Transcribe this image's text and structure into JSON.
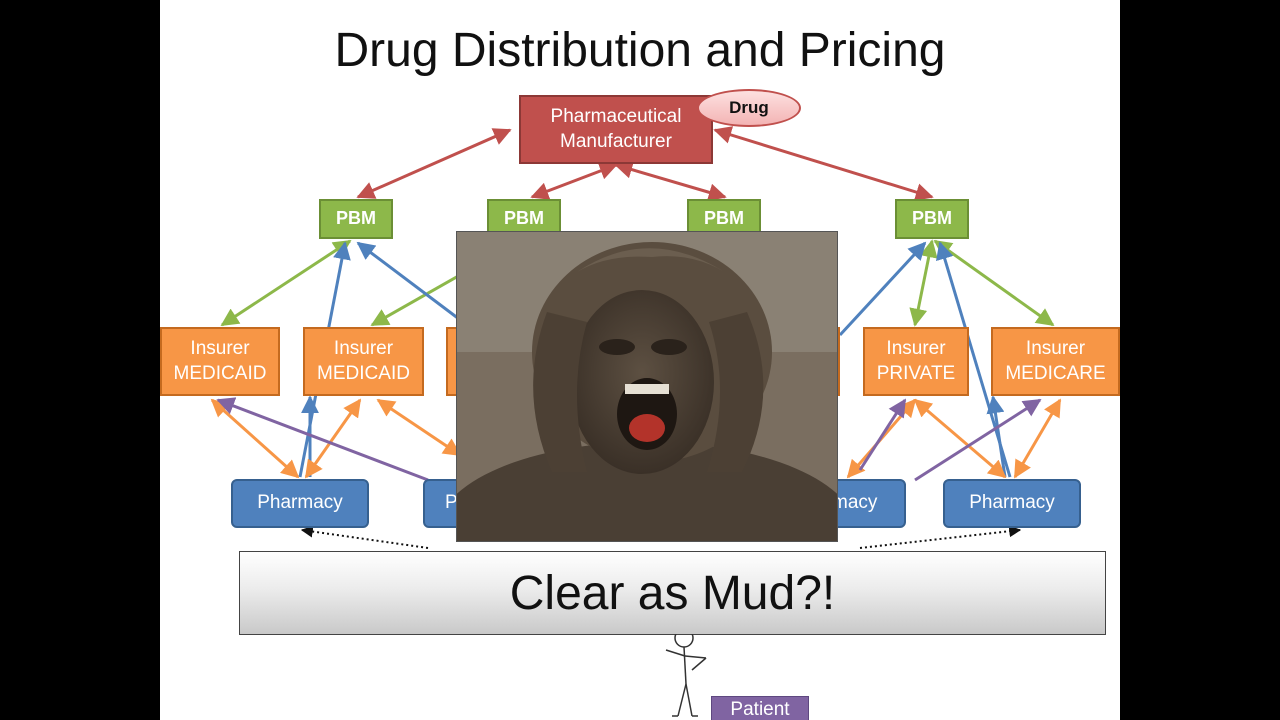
{
  "title": "Drug Distribution and Pricing",
  "manufacturer": {
    "line1": "Pharmaceutical",
    "line2": "Manufacturer"
  },
  "drug_label": "Drug",
  "pbm_label": "PBM",
  "insurers": [
    {
      "line1": "Insurer",
      "line2": "MEDICAID"
    },
    {
      "line1": "Insurer",
      "line2": "MEDICAID"
    },
    {
      "line1": "Insurer",
      "line2": "PRIVATE"
    },
    {
      "line1": "Insurer",
      "line2": "MEDICARE"
    }
  ],
  "pharmacy_label": "Pharmacy",
  "pharmacy_partial_left": "P",
  "pharmacy_partial_right": "macy",
  "patient_label": "Patient",
  "banner_text": "Clear as Mud?!",
  "photo_description_icon": "mud-covered-person-photo",
  "colors": {
    "manufacturer": "#c0504d",
    "pbm": "#8db84a",
    "insurer": "#f79646",
    "pharmacy": "#4f81bd",
    "patient": "#8064a2",
    "arrow_red": "#c0504d",
    "arrow_green": "#8db84a",
    "arrow_blue": "#4f81bd",
    "arrow_orange": "#f79646",
    "arrow_purple": "#8064a2"
  }
}
